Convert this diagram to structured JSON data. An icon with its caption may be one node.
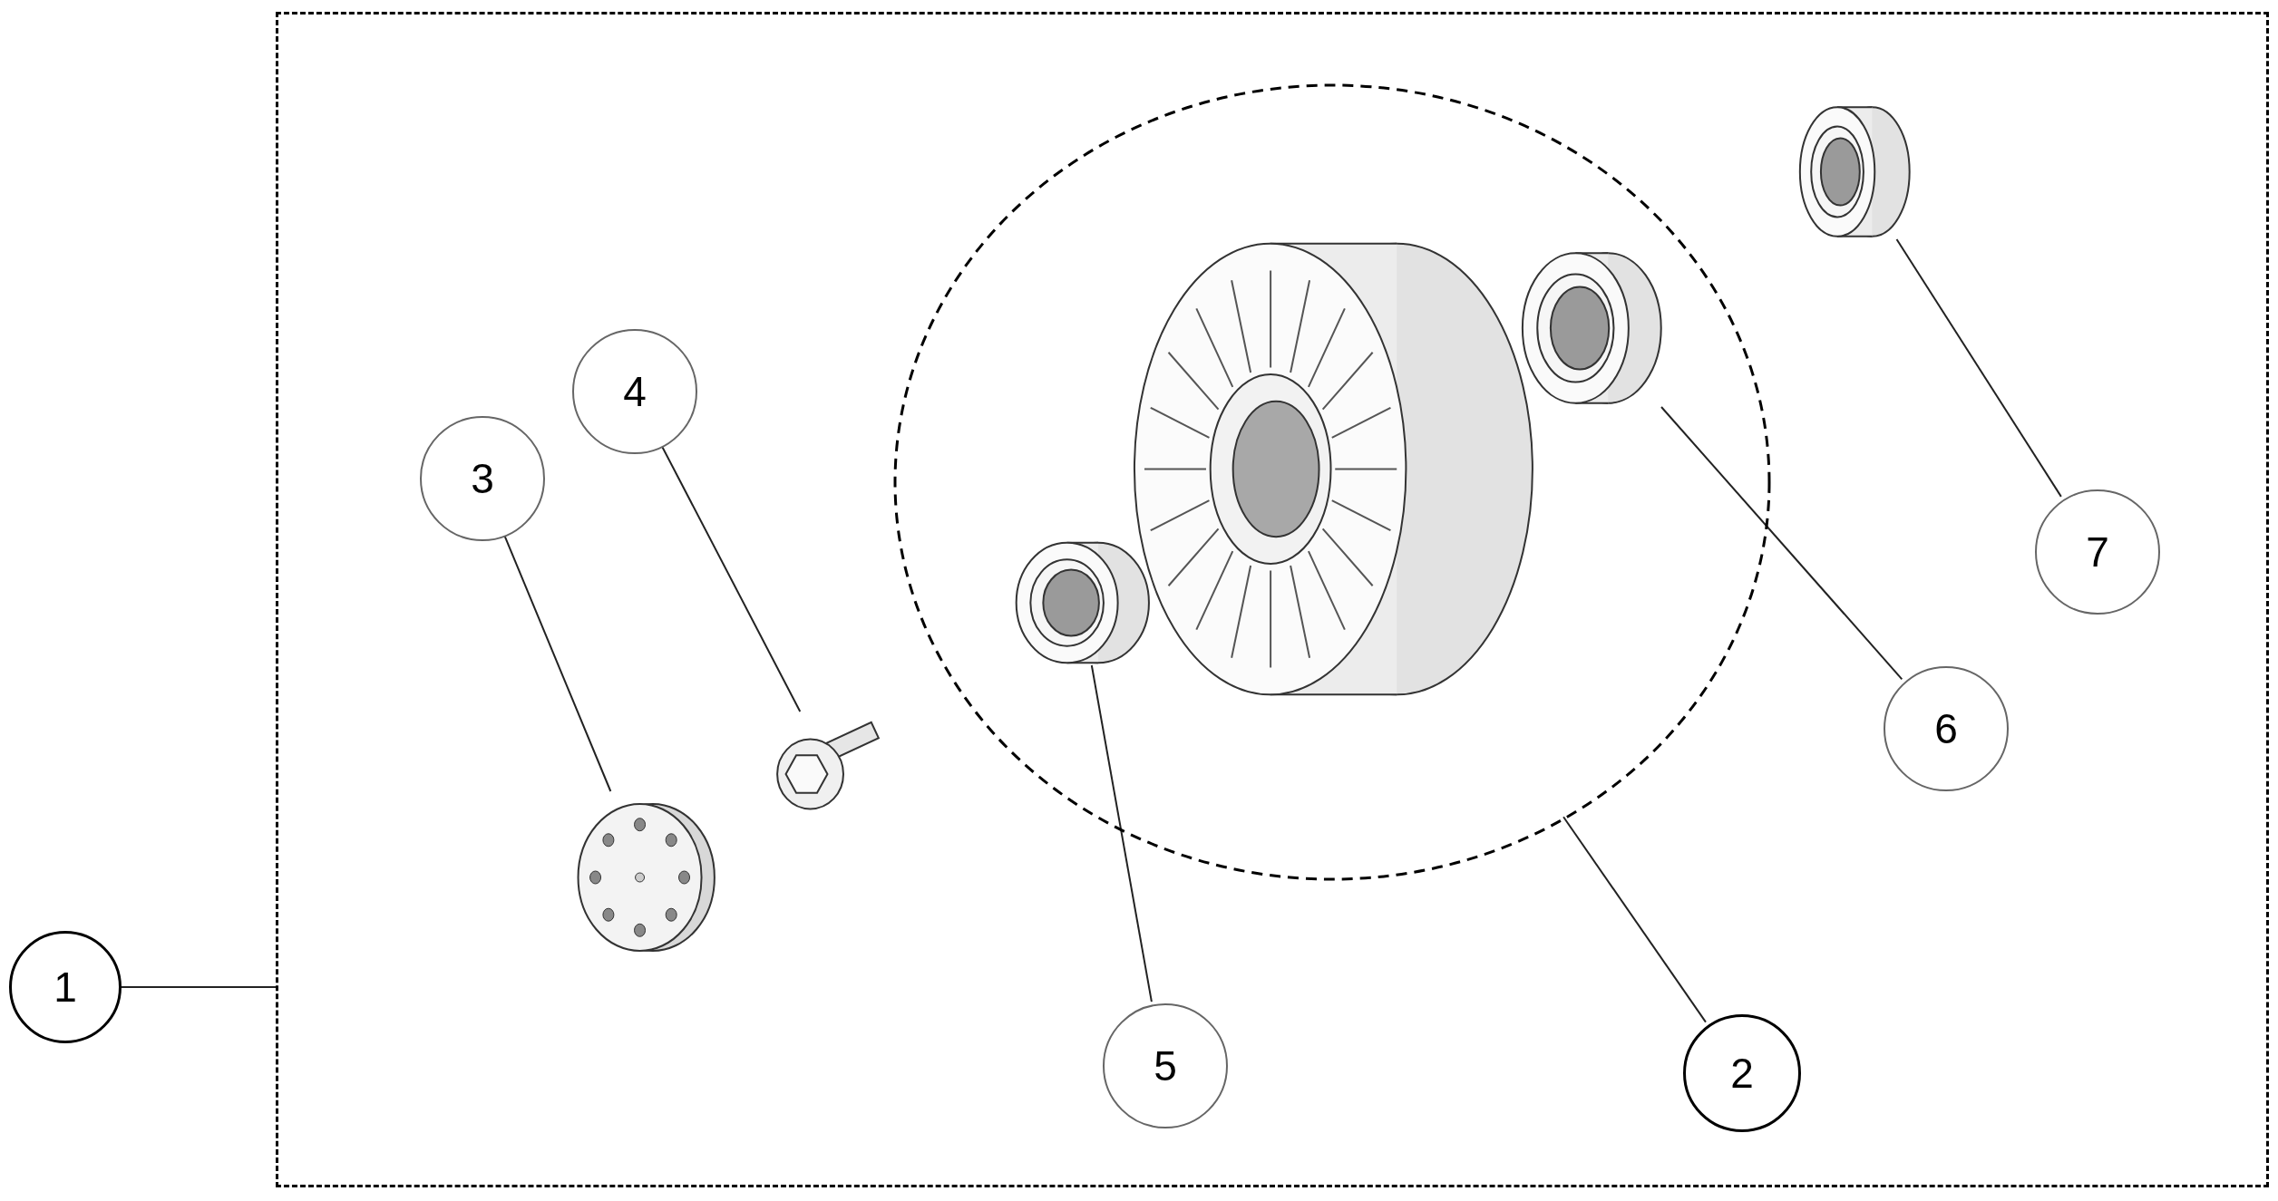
{
  "diagram": {
    "nodes": [
      {
        "text": [
          "1"
        ]
      },
      {
        "text": [],
        "shape": "box"
      },
      {
        "text": [],
        "shape": "circle",
        "in": 1
      },
      {
        "text": [],
        "shape": "picture",
        "in": 2
      },
      {
        "text": [],
        "shape": "picture",
        "in": 2
      },
      {
        "text": [],
        "shape": "picture",
        "in": 2
      },
      {
        "text": [
          "3"
        ],
        "in": 1
      },
      {
        "text": [],
        "shape": "picture",
        "in": 1
      },
      {
        "text": [
          "4"
        ],
        "in": 1
      },
      {
        "text": [],
        "shape": "picture",
        "in": 1
      },
      {
        "text": [
          "5"
        ],
        "in": 1
      },
      {
        "text": [
          "6"
        ],
        "in": 1
      },
      {
        "text": [
          "7"
        ],
        "in": 1
      },
      {
        "text": [],
        "shape": "picture",
        "in": 1
      },
      {
        "text": [
          "2"
        ],
        "in": 1
      }
    ],
    "edges": [
      {
        "from": 0,
        "to": 1,
        "arrow": "none"
      },
      {
        "from": 6,
        "to": 7,
        "arrow": "none"
      },
      {
        "from": 8,
        "to": 9,
        "arrow": "none"
      },
      {
        "from": 10,
        "to": 4,
        "arrow": "none"
      },
      {
        "from": 11,
        "to": 5,
        "arrow": "none"
      },
      {
        "from": 12,
        "to": 13,
        "arrow": "none"
      },
      {
        "from": 14,
        "to": 2,
        "arrow": "none"
      }
    ]
  }
}
